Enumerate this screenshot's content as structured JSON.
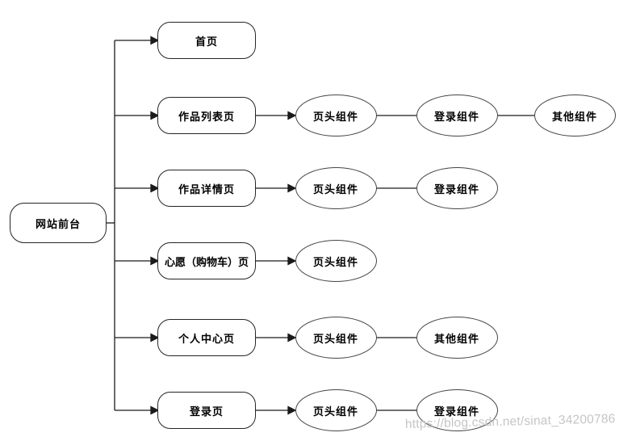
{
  "diagram": {
    "root": {
      "label": "网站前台"
    },
    "rows": [
      {
        "page": "首页",
        "components": []
      },
      {
        "page": "作品列表页",
        "components": [
          "页头组件",
          "登录组件",
          "其他组件"
        ]
      },
      {
        "page": "作品详情页",
        "components": [
          "页头组件",
          "登录组件"
        ]
      },
      {
        "page": "心愿（购物车）页",
        "components": [
          "页头组件"
        ]
      },
      {
        "page": "个人中心页",
        "components": [
          "页头组件",
          "其他组件"
        ]
      },
      {
        "page": "登录页",
        "components": [
          "页头组件",
          "登录组件"
        ]
      }
    ],
    "colors": {
      "background": "#ffffff",
      "node_border": "#252525",
      "ellipse_border": "#454545",
      "connector": "#1a1a1a",
      "text": "#000000",
      "watermark": "#c5c5c5"
    }
  },
  "watermark": {
    "text": "https://blog.csdn.net/sinat_34200786"
  }
}
